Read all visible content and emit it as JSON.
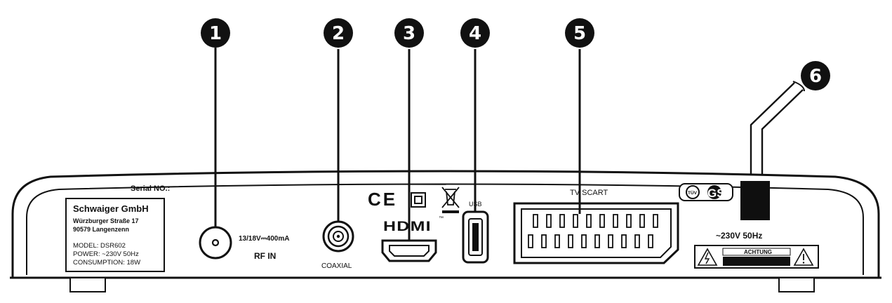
{
  "callouts": [
    "1",
    "2",
    "3",
    "4",
    "5",
    "6"
  ],
  "label_plate": {
    "serial_label": "Serial NO.:",
    "company": "Schwaiger GmbH",
    "street": "Würzburger Straße 17",
    "city": "90579 Langenzenn",
    "model": "MODEL: DSR602",
    "power": "POWER: ~230V 50Hz",
    "consumption": "CONSUMPTION: 18W"
  },
  "ports": {
    "rf_voltage": "13/18V⎓400mA",
    "rf_in": "RF IN",
    "coaxial": "COAXIAL",
    "hdmi_logo": "HDMI",
    "usb": "USB",
    "scart": "TV SCART"
  },
  "certifications": {
    "ce": "CE",
    "gs": "GS",
    "tuv": "TÜV"
  },
  "mains": "~230V 50Hz",
  "warning": {
    "title": "ACHTUNG"
  },
  "colors": {
    "ink": "#111111",
    "paper": "#ffffff"
  }
}
